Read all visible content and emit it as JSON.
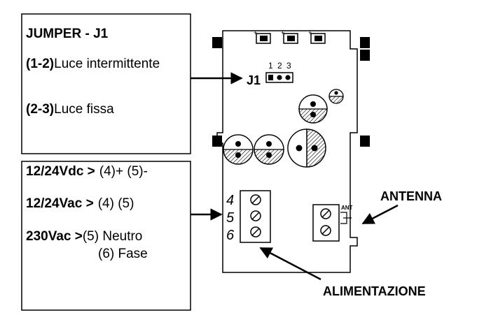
{
  "jumper_box": {
    "title": "JUMPER - J1",
    "options": [
      {
        "code": "(1-2)",
        "label": "Luce intermittente"
      },
      {
        "code": "(2-3)",
        "label": "Luce fissa"
      }
    ]
  },
  "power_box": {
    "rows": [
      {
        "code": "12/24Vdc >",
        "value": "(4)+ (5)-"
      },
      {
        "code": "12/24Vac >",
        "value": "(4) (5)"
      },
      {
        "code": "230Vac >",
        "value": "(5) Neutro"
      },
      {
        "code": "",
        "value": "(6) Fase"
      }
    ]
  },
  "board": {
    "jumper_label": "J1",
    "jumper_pins": [
      "1",
      "2",
      "3"
    ],
    "terminal_numbers": [
      "4",
      "5",
      "6"
    ],
    "ant_label": "ANT"
  },
  "callouts": {
    "antenna": "ANTENNA",
    "power": "ALIMENTAZIONE"
  }
}
